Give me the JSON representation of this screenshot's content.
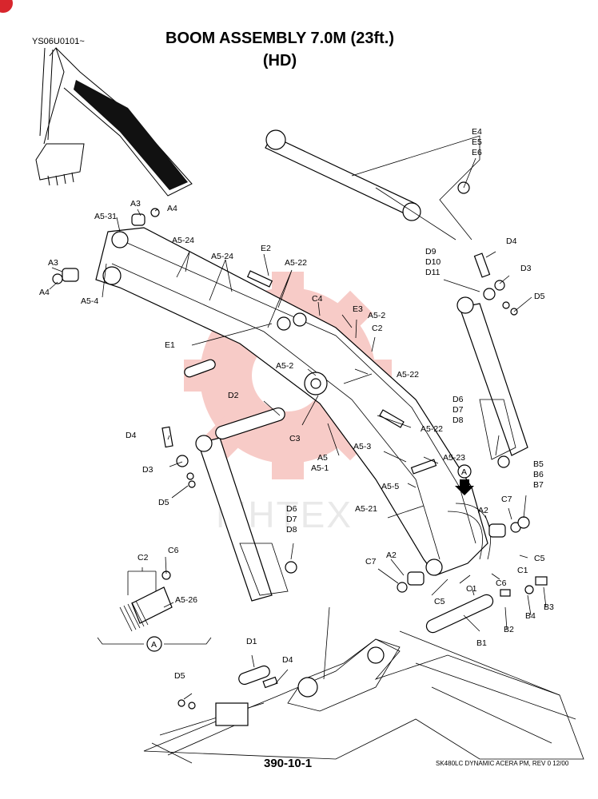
{
  "header": {
    "ref_code": "YS06U0101~",
    "title_line1": "BOOM ASSEMBLY 7.0M (23ft.)",
    "title_line2": "(HD)"
  },
  "watermark": {
    "text": "MHTEX",
    "color": "#e8413a"
  },
  "labels": {
    "e4e5e6": [
      "E4",
      "E5",
      "E6"
    ],
    "a3_top": "A3",
    "a4_top": "A4",
    "a5_31": "A5-31",
    "a5_24_a": "A5-24",
    "a5_24_b": "A5-24",
    "e2": "E2",
    "a5_22_top": "A5-22",
    "a3_left": "A3",
    "a4_left": "A4",
    "a5_4": "A5-4",
    "c4": "C4",
    "e3": "E3",
    "a5_2_right": "A5-2",
    "c2_mid": "C2",
    "d9d10d11": [
      "D9",
      "D10",
      "D11"
    ],
    "d4_right": "D4",
    "d3_right": "D3",
    "d5_right": "D5",
    "e1": "E1",
    "a5_2_left": "A5-2",
    "a5_22_mid": "A5-22",
    "d2": "D2",
    "c3": "C3",
    "a5_22_low": "A5-22",
    "d6d7d8_right": [
      "D6",
      "D7",
      "D8"
    ],
    "d4_left": "D4",
    "d3_left": "D3",
    "d5_left": "D5",
    "a5_3": "A5-3",
    "a5_23": "A5-23",
    "a5": "A5",
    "a5_1": "A5-1",
    "a5_5": "A5-5",
    "arrow_a": "A",
    "a5_21": "A5-21",
    "b5b6b7": [
      "B5",
      "B6",
      "B7"
    ],
    "c7_right": "C7",
    "a2_right": "A2",
    "d6d7d8_left": [
      "D6",
      "D7",
      "D8"
    ],
    "c2_detail": "C2",
    "c6_detail": "C6",
    "a5_26": "A5-26",
    "detail_a": "A",
    "a2_low": "A2",
    "c7_low": "C7",
    "c5_right": "C5",
    "c1_right": "C1",
    "c6_low": "C6",
    "c1_low": "C1",
    "c5_low": "C5",
    "b3": "B3",
    "b4": "B4",
    "b2": "B2",
    "b1": "B1",
    "d1": "D1",
    "d4_bottom": "D4",
    "d5_bottom": "D5"
  },
  "footer": {
    "page_number": "390-10-1",
    "revision": "SK480LC DYNAMIC ACERA PM, REV 0 12/00"
  }
}
